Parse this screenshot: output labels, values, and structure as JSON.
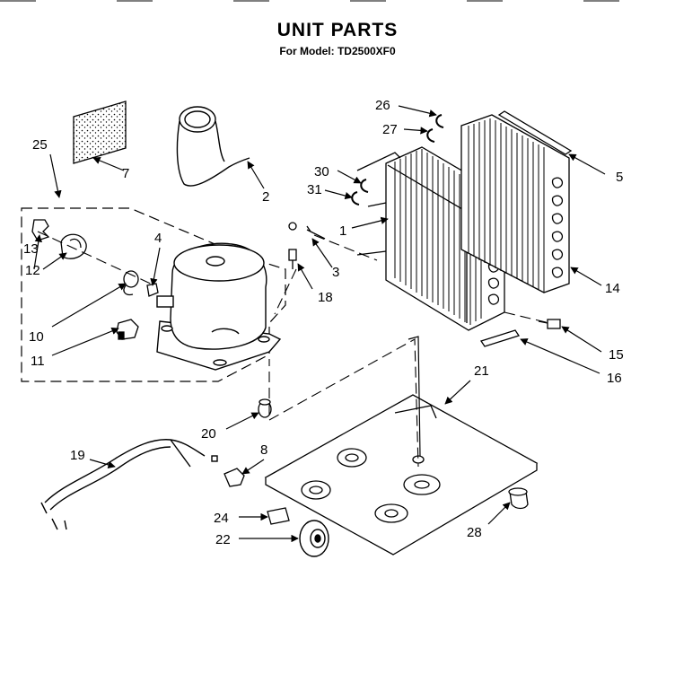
{
  "header": {
    "title": "UNIT PARTS",
    "subtitle": "For Model: TD2500XF0"
  },
  "callouts": [
    {
      "id": "1",
      "text": "1"
    },
    {
      "id": "2",
      "text": "2"
    },
    {
      "id": "3",
      "text": "3"
    },
    {
      "id": "4",
      "text": "4"
    },
    {
      "id": "5",
      "text": "5"
    },
    {
      "id": "7",
      "text": "7"
    },
    {
      "id": "8",
      "text": "8"
    },
    {
      "id": "10",
      "text": "10"
    },
    {
      "id": "11",
      "text": "11"
    },
    {
      "id": "12",
      "text": "12"
    },
    {
      "id": "13",
      "text": "13"
    },
    {
      "id": "14",
      "text": "14"
    },
    {
      "id": "15",
      "text": "15"
    },
    {
      "id": "16",
      "text": "16"
    },
    {
      "id": "18",
      "text": "18"
    },
    {
      "id": "19",
      "text": "19"
    },
    {
      "id": "20",
      "text": "20"
    },
    {
      "id": "21",
      "text": "21"
    },
    {
      "id": "22",
      "text": "22"
    },
    {
      "id": "24",
      "text": "24"
    },
    {
      "id": "25",
      "text": "25"
    },
    {
      "id": "26",
      "text": "26"
    },
    {
      "id": "27",
      "text": "27"
    },
    {
      "id": "28",
      "text": "28"
    },
    {
      "id": "30",
      "text": "30"
    },
    {
      "id": "31",
      "text": "31"
    }
  ]
}
